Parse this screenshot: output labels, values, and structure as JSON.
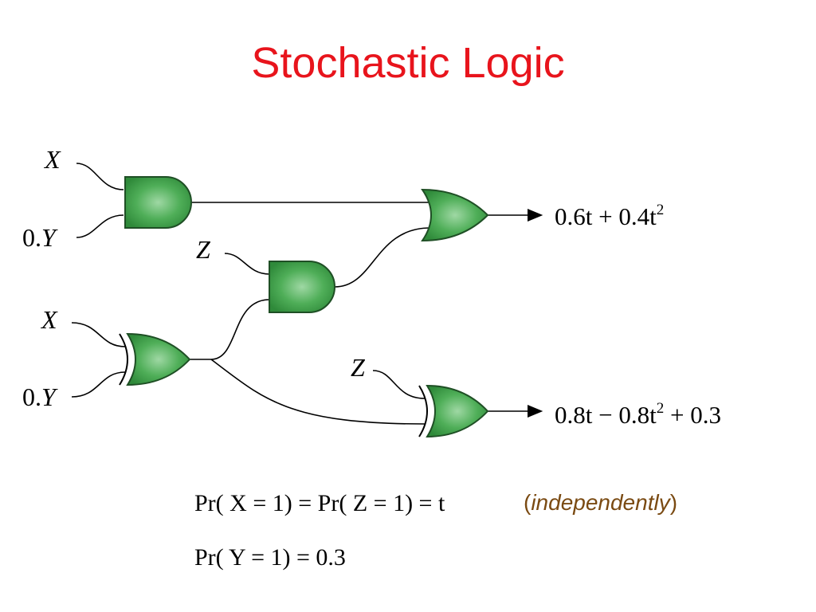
{
  "title": "Stochastic Logic",
  "inputs": {
    "x_top": "X",
    "y_top_prefix": "0.",
    "y_top": "Y",
    "z_mid": "Z",
    "x_bottom": "X",
    "y_bottom_prefix": "0.",
    "y_bottom": "Y",
    "z_bottom": "Z"
  },
  "outputs": {
    "or_output": "0.6t + 0.4t",
    "or_output_exp": "2",
    "xor_output_a": "0.8t − 0.8t",
    "xor_output_exp": "2",
    "xor_output_b": " + 0.3"
  },
  "equations": {
    "line1": "Pr( X  = 1) = Pr( Z  = 1) = t",
    "line1_note_open": "(",
    "line1_note_word": "independently",
    "line1_note_close": ")",
    "line2": "Pr( Y  = 1) = 0.3"
  },
  "colors": {
    "title": "#e8141c",
    "gate_fill": "#3f9a4a",
    "gate_stroke": "#1f4f25",
    "note": "#7a4a12"
  }
}
